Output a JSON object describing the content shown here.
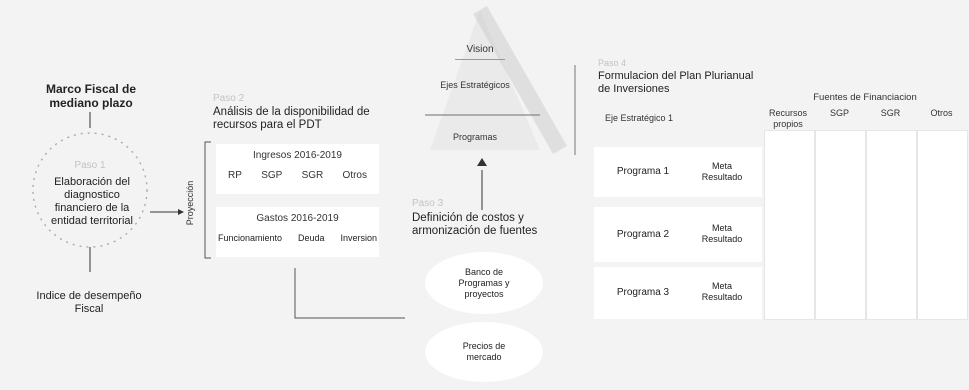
{
  "left": {
    "marco": "Marco Fiscal de mediano plazo",
    "paso1": "Paso 1",
    "elaboracion": "Elaboración del diagnostico financiero de la entidad territorial",
    "indice": "Indice de desempeño Fiscal"
  },
  "paso2": {
    "step": "Paso 2",
    "title": "Análisis de la disponibilidad de recursos para el PDT",
    "proyeccion": "Proyección",
    "ingresos_title": "Ingresos 2016-2019",
    "ingresos": [
      "RP",
      "SGP",
      "SGR",
      "Otros"
    ],
    "gastos_title": "Gastos 2016-2019",
    "gastos": [
      "Funcionamiento",
      "Deuda",
      "Inversion"
    ]
  },
  "pyramid": {
    "vision": "Vision",
    "ejes": "Ejes Estratégicos",
    "programas": "Programas"
  },
  "paso3": {
    "step": "Paso 3",
    "title": "Definición de costos y armonización de fuentes",
    "banco": "Banco de Programas y proyectos",
    "precios": "Precios de mercado"
  },
  "paso4": {
    "step": "Paso 4",
    "title": "Formulacion del Plan Plurianual de Inversiones",
    "eje": "Eje Estratégico 1",
    "fuentes_title": "Fuentes de Financiacion",
    "fuentes": [
      "Recursos propios",
      "SGP",
      "SGR",
      "Otros"
    ],
    "rows": [
      {
        "programa": "Programa 1",
        "meta": "Meta Resultado"
      },
      {
        "programa": "Programa 2",
        "meta": "Meta Resultado"
      },
      {
        "programa": "Programa 3",
        "meta": "Meta Resultado"
      }
    ]
  }
}
